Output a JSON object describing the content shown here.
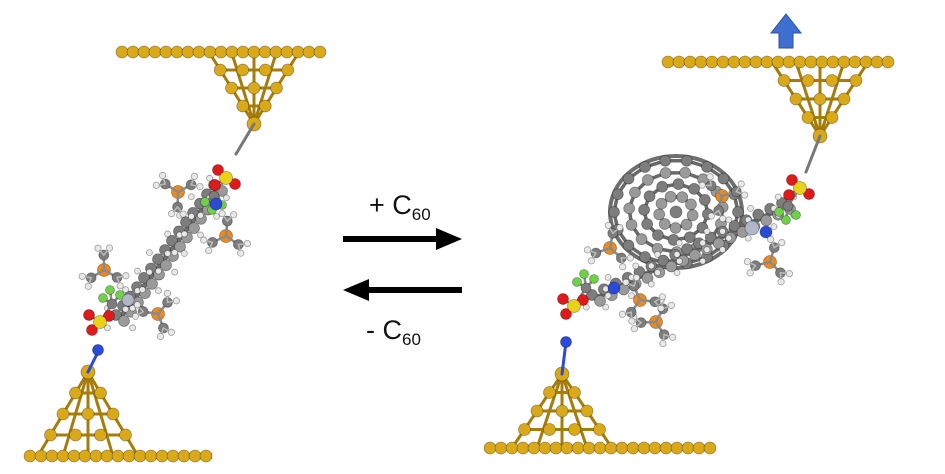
{
  "reaction": {
    "forward": {
      "sign": "+ C",
      "subscript": "60"
    },
    "reverse": {
      "sign": "- C",
      "subscript": "60"
    }
  },
  "colors": {
    "gold": "#d9a91a",
    "gold_dark": "#a67c0a",
    "carbon": "#7d7d7d",
    "carbon_light": "#9a9a9a",
    "hydrogen": "#e8e8e8",
    "phosphorus": "#ee8a1c",
    "oxygen": "#e01a1a",
    "nitrogen": "#2a4bd8",
    "sulfur": "#e8d21a",
    "fluorine": "#6fd04a",
    "metal_center": "#b0b8c8",
    "arrow": "#000000",
    "pull_arrow": "#3f6fd0"
  },
  "icons": {
    "pull": "blue-up-arrow-icon",
    "equilibrium": "forward-reverse-arrows-icon"
  }
}
